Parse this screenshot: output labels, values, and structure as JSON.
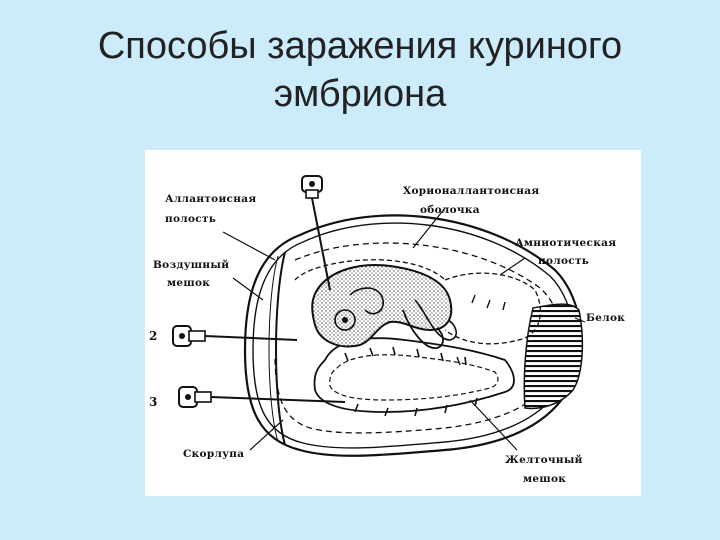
{
  "slide": {
    "title_line1": "Способы заражения куриного",
    "title_line2": "эмбриона"
  },
  "diagram": {
    "labels": {
      "allantoic_1": "Аллантоисная",
      "allantoic_2": "полость",
      "chorioallantoic_1": "Хорионаллантоисная",
      "chorioallantoic_2": "оболочка",
      "air_1": "Воздушный",
      "air_2": "мешок",
      "amniotic_1": "Амниотическая",
      "amniotic_2": "полость",
      "albumen": "Белок",
      "shell": "Скорлупа",
      "yolk_1": "Желточный",
      "yolk_2": "мешок",
      "needle_2": "2",
      "needle_3": "3"
    }
  }
}
